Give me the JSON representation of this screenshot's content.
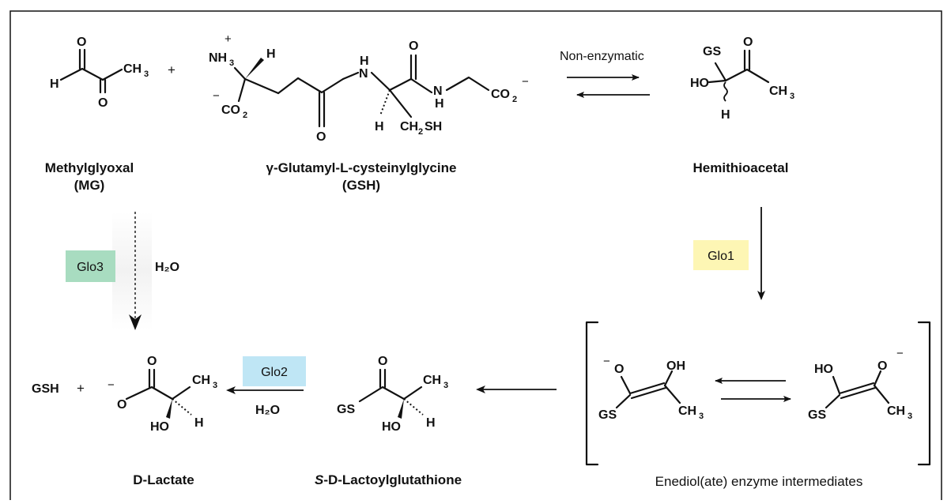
{
  "compounds": {
    "methylglyoxal": {
      "name": "Methylglyoxal",
      "abbr": "(MG)"
    },
    "gsh": {
      "name": "γ-Glutamyl-L-cysteinylglycine",
      "abbr": "(GSH)"
    },
    "hemithioacetal": {
      "name": "Hemithioacetal"
    },
    "lactoylglutathione": {
      "prefix": "S",
      "name": "-D-Lactoylglutathione"
    },
    "lactate": {
      "name": "D-Lactate"
    },
    "intermediates": {
      "name": "Enediol(ate) enzyme intermediates"
    }
  },
  "enzymes": {
    "glo1": {
      "label": "Glo1",
      "color": "#fdf6b4"
    },
    "glo2": {
      "label": "Glo2",
      "color": "#bfe6f5"
    },
    "glo3": {
      "label": "Glo3",
      "color": "#a8dcc0"
    }
  },
  "reactions": {
    "non_enzymatic": "Non-enzymatic",
    "water": "H₂O",
    "plus": "+",
    "gsh_product": "GSH"
  },
  "atoms": {
    "O": "O",
    "H": "H",
    "CH3": "CH",
    "three": "3",
    "two": "2",
    "NH3": "NH",
    "CO2": "CO",
    "N": "N",
    "CH2SH_a": "CH",
    "CH2SH_b": "SH",
    "GS": "GS",
    "HO": "HO",
    "OH": "OH",
    "minus": "−",
    "plus_charge": "+"
  }
}
